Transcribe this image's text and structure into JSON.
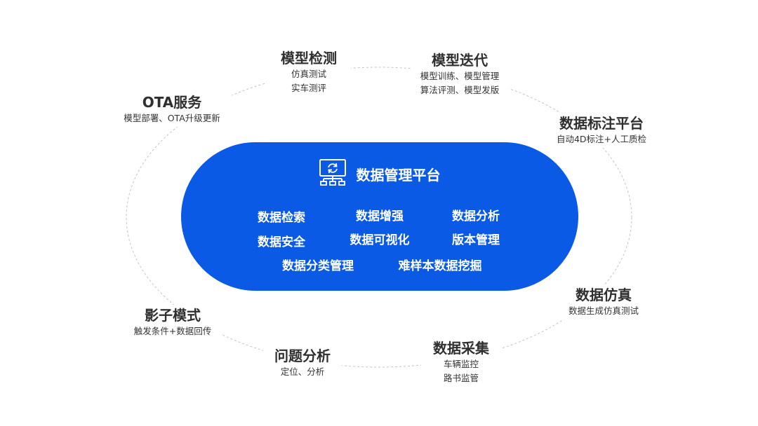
{
  "center": {
    "title": "数据管理平台",
    "icon": "data-management-monitor-icon",
    "color": "#0a5ae6",
    "features": [
      "数据检索",
      "数据增强",
      "数据分析",
      "数据安全",
      "数据可视化",
      "版本管理",
      "数据分类管理",
      "难样本数据挖掘"
    ]
  },
  "nodes": [
    {
      "title": "模型检测",
      "lines": [
        "仿真测试",
        "实车测评"
      ]
    },
    {
      "title": "模型迭代",
      "lines": [
        "模型训练、模型管理",
        "算法评测、模型发版"
      ]
    },
    {
      "title": "OTA服务",
      "lines": [
        "模型部署、OTA升级更新"
      ]
    },
    {
      "title": "数据标注平台",
      "lines": [
        "自动4D标注+人工质检"
      ]
    },
    {
      "title": "数据仿真",
      "lines": [
        "数据生成仿真测试"
      ]
    },
    {
      "title": "影子模式",
      "lines": [
        "触发条件+数据回传"
      ]
    },
    {
      "title": "问题分析",
      "lines": [
        "定位、分析"
      ]
    },
    {
      "title": "数据采集",
      "lines": [
        "车辆监控",
        "路书监管"
      ]
    }
  ]
}
